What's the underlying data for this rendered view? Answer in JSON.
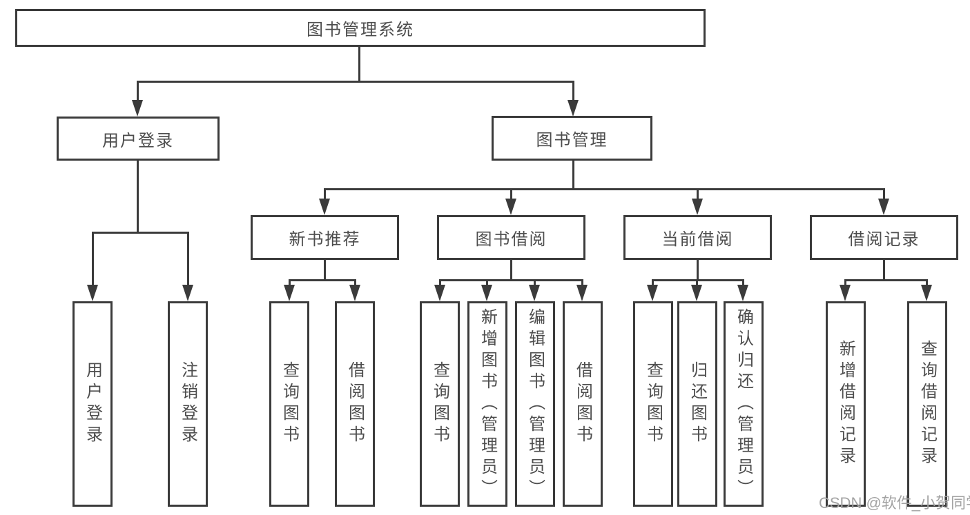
{
  "diagram": {
    "title": "图书管理系统",
    "colors": {
      "line": "#3b3b3b",
      "text": "#4d4d4d",
      "background": "#ffffff",
      "watermark": "#a3a3a3"
    },
    "root": {
      "label": "图书管理系统"
    },
    "level2": [
      {
        "label": "用户登录"
      },
      {
        "label": "图书管理"
      }
    ],
    "level3": [
      {
        "label": "新书推荐"
      },
      {
        "label": "图书借阅"
      },
      {
        "label": "当前借阅"
      },
      {
        "label": "借阅记录"
      }
    ],
    "leaves": [
      {
        "label": "用户登录"
      },
      {
        "label": "注销登录"
      },
      {
        "label": "查询图书"
      },
      {
        "label": "借阅图书"
      },
      {
        "label": "查询图书"
      },
      {
        "label": "新增图书（管理员）"
      },
      {
        "label": "编辑图书（管理员）"
      },
      {
        "label": "借阅图书"
      },
      {
        "label": "查询图书"
      },
      {
        "label": "归还图书"
      },
      {
        "label": "确认归还（管理员）"
      },
      {
        "label": "新增借阅记录"
      },
      {
        "label": "查询借阅记录"
      }
    ],
    "watermark": "CSDN @软件_小贺同学"
  }
}
